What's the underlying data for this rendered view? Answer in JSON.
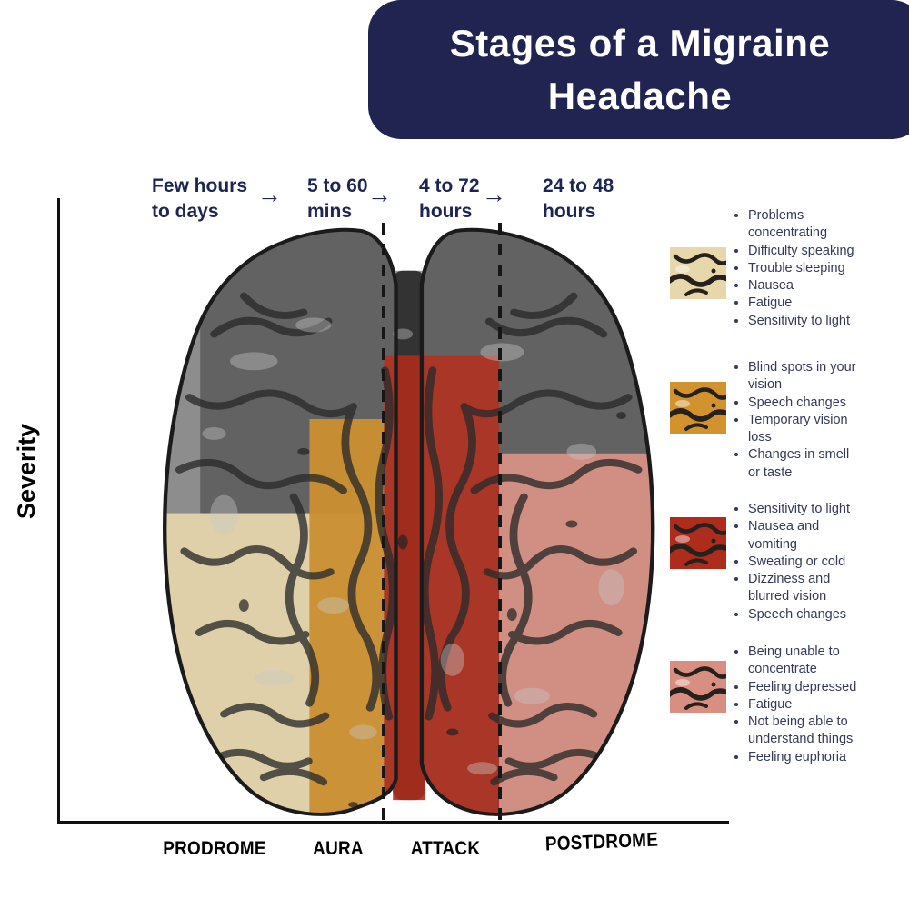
{
  "title": "Stages of a Migraine Headache",
  "y_axis_label": "Severity",
  "arrow": "→",
  "colors": {
    "banner_bg": "#212451",
    "timeline_text": "#1d2554",
    "symptom_text": "#333a58",
    "axis": "#111111",
    "prodrome": "#e9d7ac",
    "aura": "#d2922e",
    "attack": "#ad2c1c",
    "postdrome": "#d88e81"
  },
  "stages": [
    {
      "name": "PRODROME",
      "duration": "Few hours to days",
      "color": "#e9d7ac",
      "severity_pct": 49,
      "symptoms": [
        "Problems concentrating",
        "Difficulty speaking",
        "Trouble sleeping",
        "Nausea",
        "Fatigue",
        "Sensitivity to light"
      ]
    },
    {
      "name": "AURA",
      "duration": "5 to 60 mins",
      "color": "#d2922e",
      "severity_pct": 64,
      "symptoms": [
        "Blind spots in your vision",
        "Speech changes",
        "Temporary vision loss",
        "Changes in smell or taste"
      ]
    },
    {
      "name": "ATTACK",
      "duration": "4 to 72 hours",
      "color": "#ad2c1c",
      "severity_pct": 75,
      "symptoms": [
        "Sensitivity to light",
        "Nausea and vomiting",
        "Sweating or cold",
        "Dizziness and blurred vision",
        "Speech changes"
      ]
    },
    {
      "name": "POSTDROME",
      "duration": "24 to 48 hours",
      "color": "#d88e81",
      "severity_pct": 59,
      "symptoms": [
        "Being unable to concentrate",
        "Feeling depressed",
        "Fatigue",
        "Not being able to understand things",
        "Feeling euphoria"
      ]
    }
  ]
}
